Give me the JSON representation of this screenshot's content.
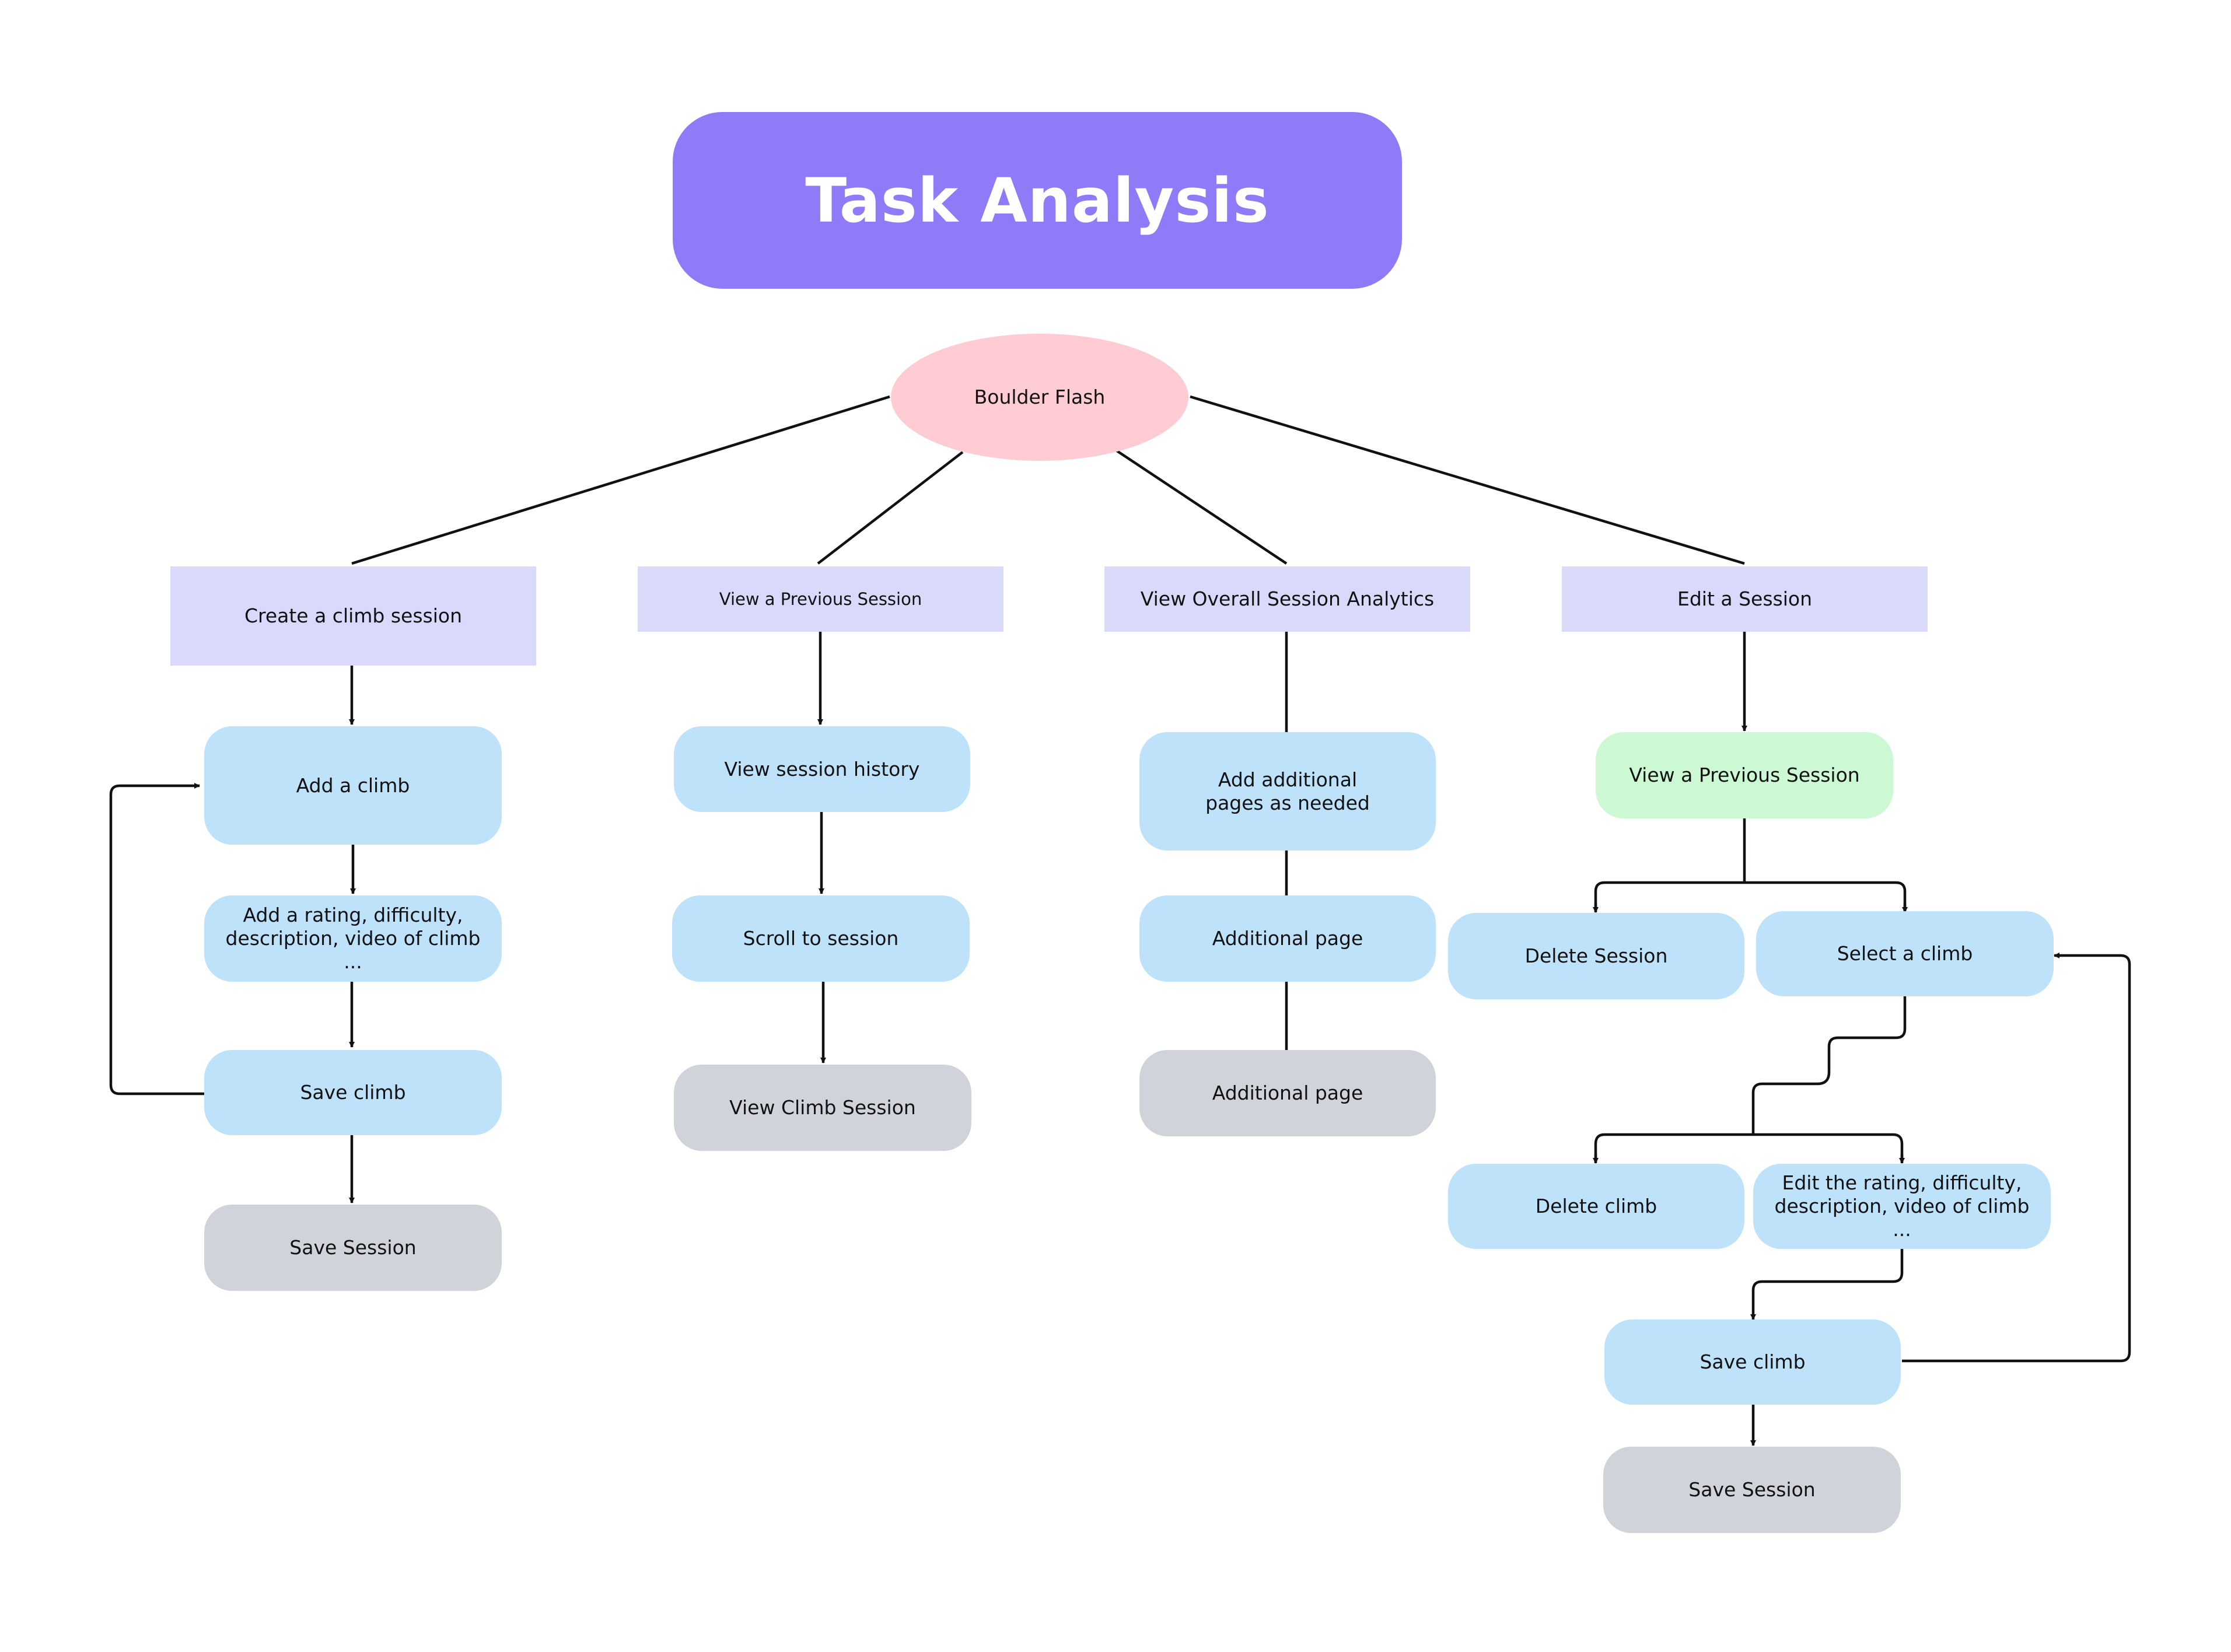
{
  "title": "Task Analysis",
  "root": "Boulder Flash",
  "branches": {
    "create": {
      "header": "Create a climb session",
      "add_climb": "Add a climb",
      "add_rating": "Add a rating, difficulty,\ndescription, video of climb ...",
      "save_climb": "Save climb",
      "save_session": "Save Session"
    },
    "view_previous": {
      "header": "View a Previous Session",
      "history": "View session history",
      "scroll": "Scroll to session",
      "view_climb_session": "View Climb Session"
    },
    "analytics": {
      "header": "View Overall Session Analytics",
      "add_pages": "Add additional\npages as needed",
      "page_1": "Additional page",
      "page_2": "Additional page"
    },
    "edit": {
      "header": "Edit a Session",
      "view_previous": "View a Previous Session",
      "delete_session": "Delete Session",
      "select_climb": "Select a climb",
      "delete_climb": "Delete climb",
      "edit_rating": "Edit the rating, difficulty,\ndescription, video of climb ...",
      "save_climb": "Save climb",
      "save_session": "Save Session"
    }
  },
  "colors": {
    "title": "#8f7af7",
    "root": "#ffccd3",
    "category": "#d9dafb",
    "step": "#bfe2fb",
    "final": "#d0d4da",
    "highlight": "#ccf8d3",
    "connector": "#111111"
  }
}
